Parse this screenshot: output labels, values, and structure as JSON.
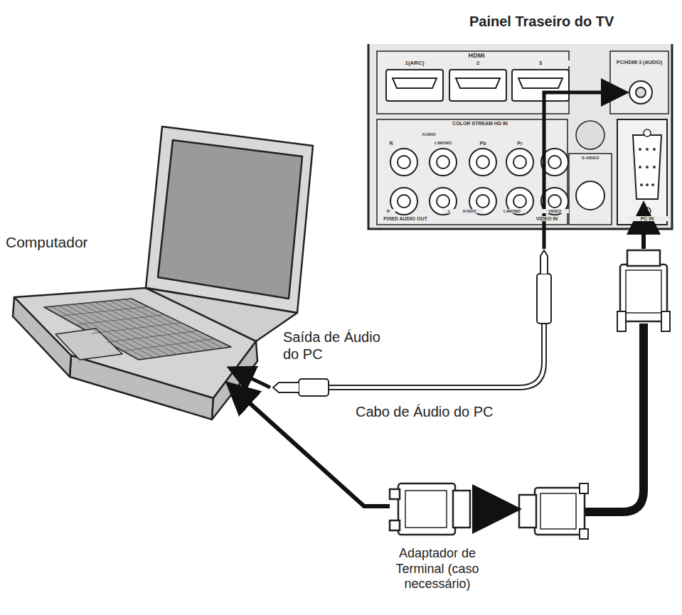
{
  "diagram": {
    "title": "Painel Traseiro do TV",
    "labels": [
      "Computador",
      "Saída de Áudio do PC",
      "Cabo de Áudio do PC",
      "Adaptador de Terminal (caso necessário)",
      "HDMI",
      "1(ARC)",
      "2",
      "3",
      "PC/HDMI 3 (AUDIO)",
      "COLOR STREAM HD IN",
      "AUDIO",
      "R",
      "L/MONO",
      "Pb",
      "Pr",
      "S-VIDEO",
      "FIXED AUDIO OUT",
      "R",
      "L",
      "AUDIO",
      "L/MONO",
      "VIDEO",
      "VIDEO IN",
      "PC IN"
    ]
  }
}
